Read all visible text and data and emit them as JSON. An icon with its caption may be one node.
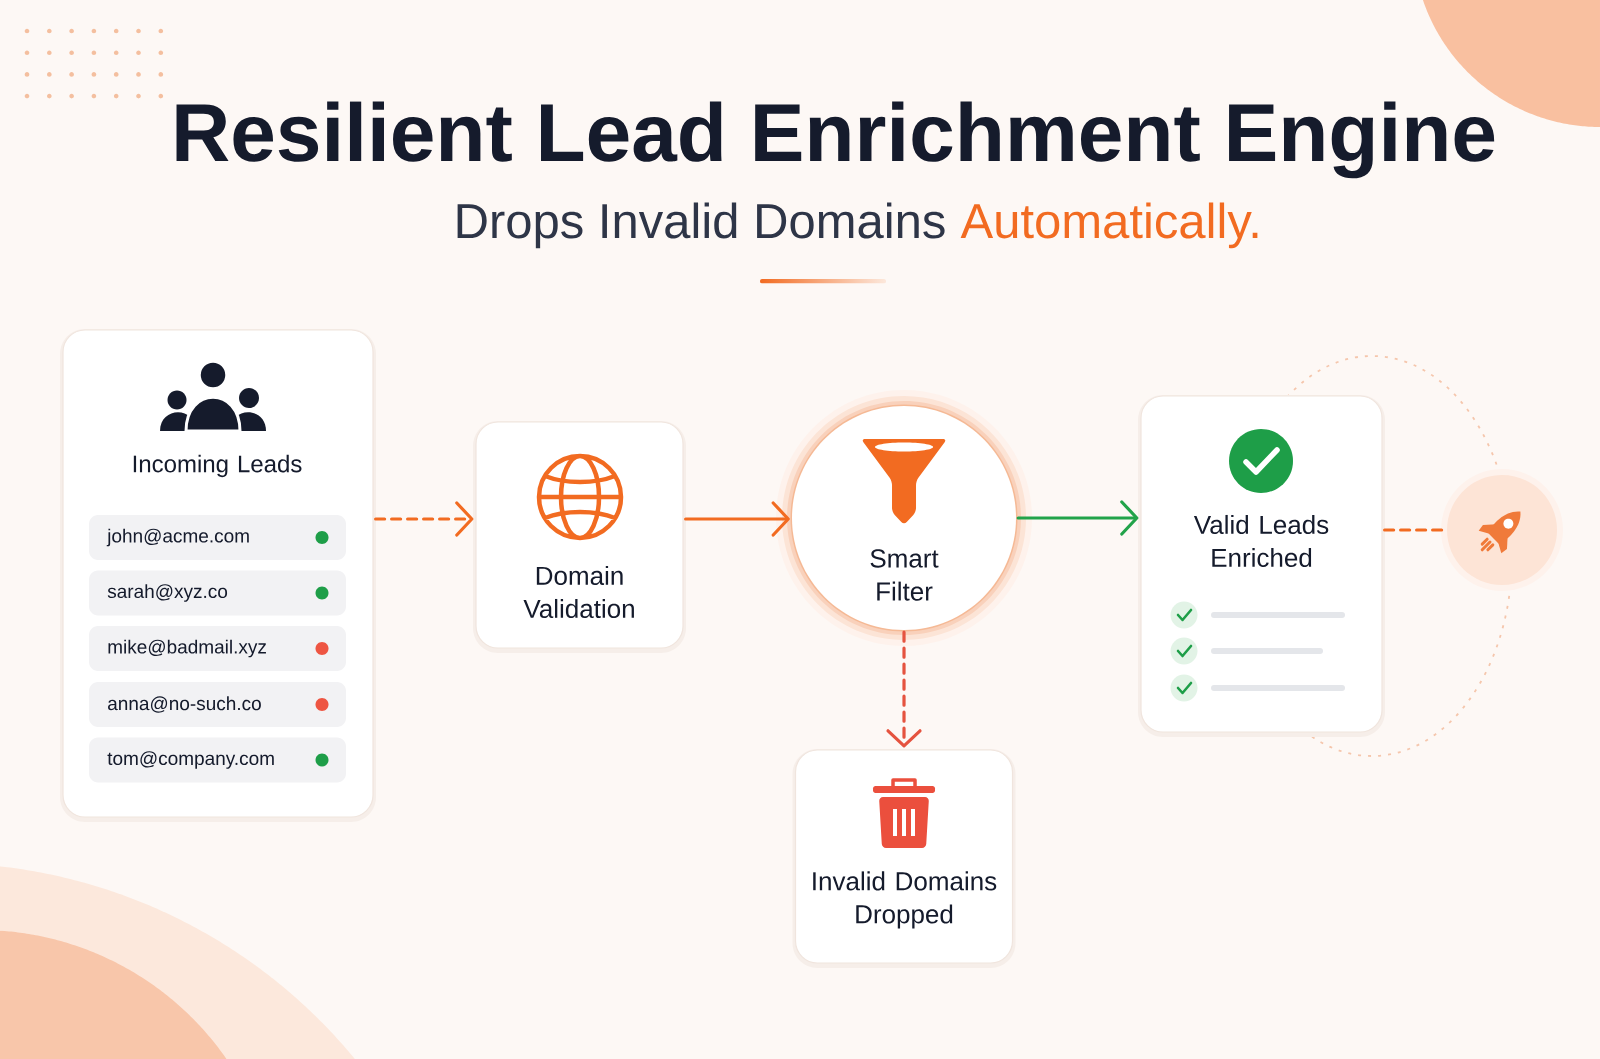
{
  "diagram": {
    "title": "Resilient Lead Enrichment Engine",
    "nodes": [
      {
        "text": [
          "Incoming Leads"
        ]
      },
      {
        "text": [
          "john@acme.com"
        ],
        "in": 0
      },
      {
        "text": [
          "sarah@xyz.co"
        ],
        "in": 0
      },
      {
        "text": [
          "mike@badmail.xyz"
        ],
        "in": 0
      },
      {
        "text": [
          "anna@no-such.co"
        ],
        "in": 0
      },
      {
        "text": [
          "tom@company.com"
        ],
        "in": 0
      },
      {
        "text": [
          "Domain Validation"
        ]
      },
      {
        "text": [
          "Smart Filter"
        ]
      },
      {
        "text": [
          "Valid Leads Enriched"
        ]
      },
      {
        "text": [],
        "shape": "circle"
      },
      {
        "text": [
          "Invalid Domains Dropped"
        ]
      }
    ],
    "edges": [
      {
        "from": 0,
        "to": 6,
        "arrow": "to",
        "style": "dashed"
      },
      {
        "from": 6,
        "to": 7,
        "arrow": "to"
      },
      {
        "from": 7,
        "to": 8,
        "arrow": "to",
        "color": "#22a34a"
      },
      {
        "from": 7,
        "to": 10,
        "arrow": "to",
        "style": "dashed",
        "color": "#e5533f"
      },
      {
        "from": 8,
        "to": 9,
        "arrow": "none",
        "style": "dashed"
      }
    ],
    "labels": [
      "Drops Invalid Domains",
      "Automatically."
    ]
  }
}
